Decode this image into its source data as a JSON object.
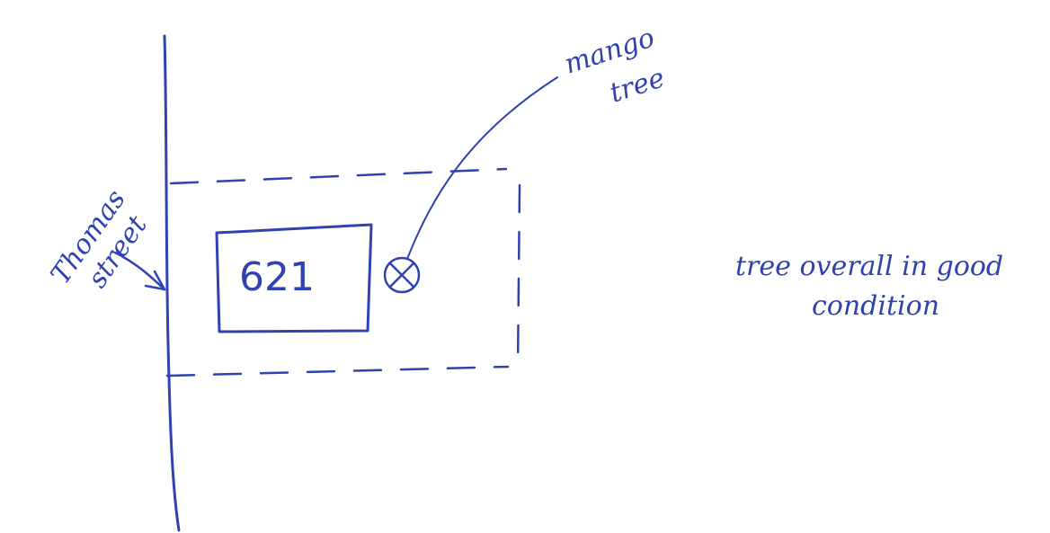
{
  "colors": {
    "ink": "#2f42b0",
    "paper": "#ffffff"
  },
  "street": {
    "label_line1": "Thomas",
    "label_line2": "street"
  },
  "house": {
    "number": "621"
  },
  "tree": {
    "label_line1": "mango",
    "label_line2": "tree",
    "symbol": "tree-circle-x-icon"
  },
  "note": {
    "line1": "tree overall in good",
    "line2": "condition"
  }
}
